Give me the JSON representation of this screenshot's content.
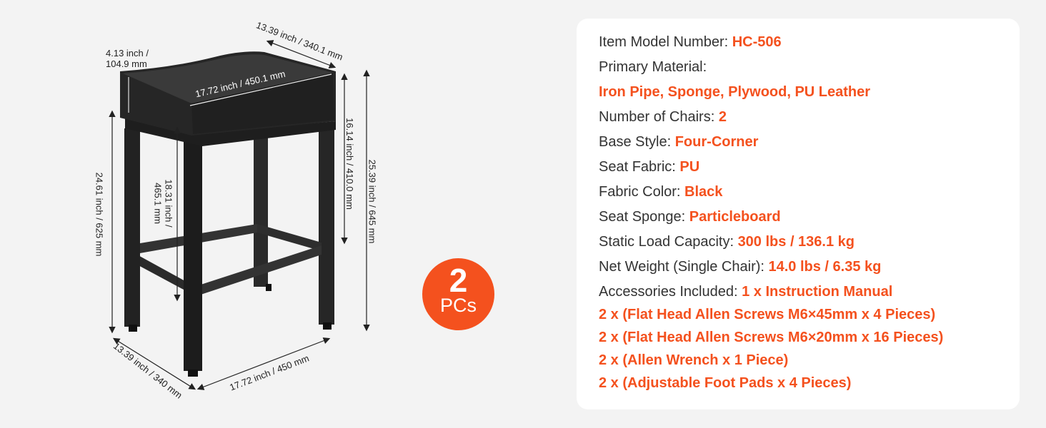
{
  "dimensions": {
    "seat_depth_top": "13.39 inch / 340.1 mm",
    "seat_thickness_line1": "4.13 inch /",
    "seat_thickness_line2": "104.9 mm",
    "seat_width": "17.72 inch  / 450.1 mm",
    "overall_height": "24.61 inch / 625 mm",
    "footrest_height_line1": "18.31 inch /",
    "footrest_height_line2": "465.1 mm",
    "leg_height": "16.14 inch / 410.0 mm",
    "back_height": "25.39 inch / 645 mm",
    "base_depth": "13.39 inch / 340 mm",
    "base_width": "17.72 inch / 450 mm"
  },
  "badge": {
    "count": "2",
    "unit": "PCs"
  },
  "specs": [
    {
      "label": "Item Model Number: ",
      "value": "HC-506"
    },
    {
      "label": "Primary Material:",
      "value": ""
    },
    {
      "label": "",
      "value": "Iron Pipe, Sponge, Plywood, PU Leather"
    },
    {
      "label": "Number of Chairs: ",
      "value": "2"
    },
    {
      "label": "Base Style: ",
      "value": "Four-Corner"
    },
    {
      "label": "Seat Fabric: ",
      "value": "PU"
    },
    {
      "label": "Fabric Color: ",
      "value": "Black"
    },
    {
      "label": "Seat Sponge: ",
      "value": "Particleboard"
    },
    {
      "label": "Static Load Capacity: ",
      "value": "300 lbs / 136.1 kg"
    },
    {
      "label": "Net Weight (Single Chair): ",
      "value": "14.0 lbs / 6.35 kg"
    },
    {
      "label": "Accessories Included: ",
      "value": "1 x Instruction Manual"
    }
  ],
  "accessories": [
    "2 x (Flat Head Allen Screws M6×45mm x 4 Pieces)",
    "2 x (Flat Head Allen Screws M6×20mm x 16 Pieces)",
    "2 x (Allen Wrench x 1 Piece)",
    "2 x (Adjustable Foot Pads x 4 Pieces)"
  ],
  "colors": {
    "accent": "#f4511e",
    "background": "#f3f3f3",
    "panel": "#ffffff"
  }
}
